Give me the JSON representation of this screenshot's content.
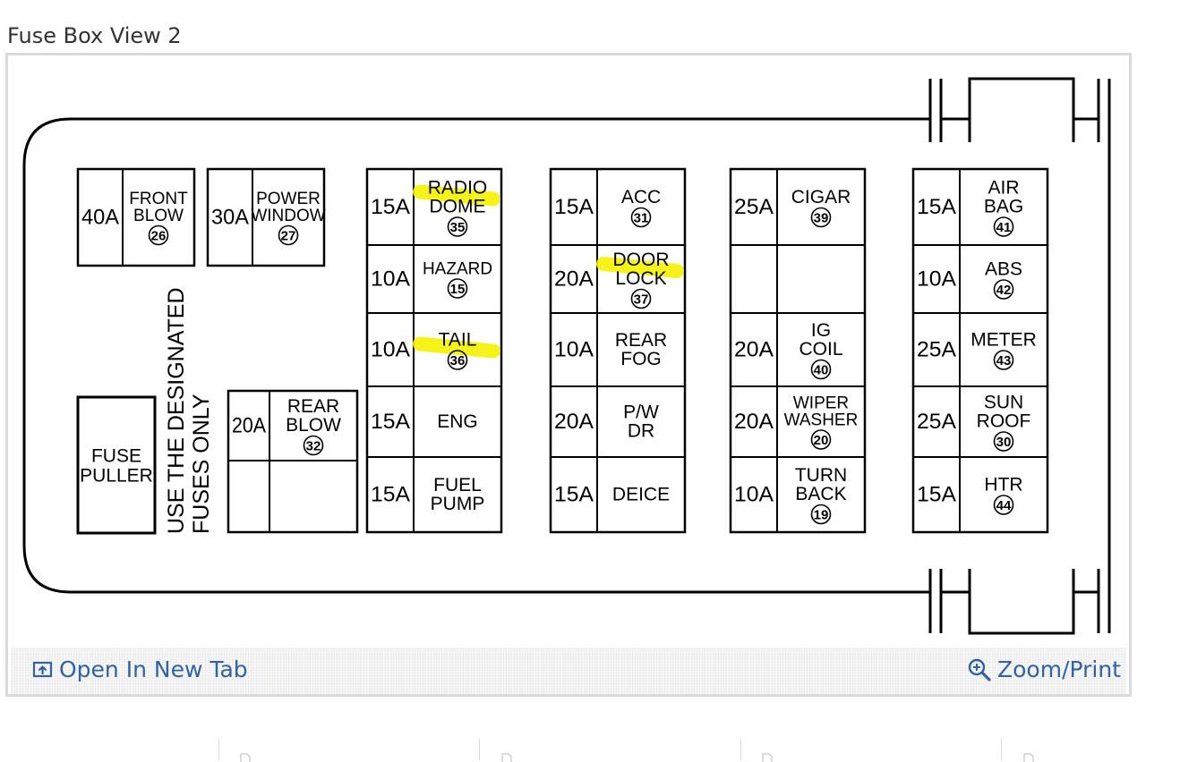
{
  "page": {
    "title": "Fuse Box View 2"
  },
  "footer": {
    "open_new_tab": "Open In New Tab",
    "zoom_print": "Zoom/Print",
    "open_icon": "open-new-tab-icon",
    "zoom_icon": "zoom-in-icon"
  },
  "colors": {
    "link": "#2f63a4",
    "highlight": "#f5f200",
    "line": "#000000"
  },
  "side_label": [
    "USE THE DESIGNATED",
    "FUSES ONLY"
  ],
  "fuse_puller": [
    "FUSE",
    "PULLER"
  ],
  "small_fuses": [
    {
      "amp": "40A",
      "label": [
        "FRONT",
        "BLOW"
      ],
      "num": "26"
    },
    {
      "amp": "30A",
      "label": [
        "POWER",
        "WINDOW"
      ],
      "num": "27"
    },
    {
      "amp": "20A",
      "label": [
        "REAR",
        "BLOW"
      ],
      "num": "32"
    }
  ],
  "columns": [
    {
      "rows": [
        {
          "amp": "15A",
          "label": [
            "RADIO",
            "DOME"
          ],
          "num": "35",
          "highlight": true
        },
        {
          "amp": "10A",
          "label": [
            "HAZARD"
          ],
          "num": "15"
        },
        {
          "amp": "10A",
          "label": [
            "TAIL"
          ],
          "num": "36",
          "highlight": true
        },
        {
          "amp": "15A",
          "label": [
            "ENG"
          ],
          "num": ""
        },
        {
          "amp": "15A",
          "label": [
            "FUEL",
            "PUMP"
          ],
          "num": ""
        }
      ]
    },
    {
      "rows": [
        {
          "amp": "15A",
          "label": [
            "ACC"
          ],
          "num": "31"
        },
        {
          "amp": "20A",
          "label": [
            "DOOR",
            "LOCK"
          ],
          "num": "37",
          "highlight": true
        },
        {
          "amp": "10A",
          "label": [
            "REAR",
            "FOG"
          ],
          "num": ""
        },
        {
          "amp": "20A",
          "label": [
            "P/W",
            "DR"
          ],
          "num": ""
        },
        {
          "amp": "15A",
          "label": [
            "DEICE"
          ],
          "num": ""
        }
      ]
    },
    {
      "rows": [
        {
          "amp": "25A",
          "label": [
            "CIGAR"
          ],
          "num": "39"
        },
        {
          "amp": "",
          "label": [],
          "num": ""
        },
        {
          "amp": "20A",
          "label": [
            "IG",
            "COIL"
          ],
          "num": "40"
        },
        {
          "amp": "20A",
          "label": [
            "WIPER",
            "WASHER"
          ],
          "num": "20"
        },
        {
          "amp": "10A",
          "label": [
            "TURN",
            "BACK"
          ],
          "num": "19"
        }
      ]
    },
    {
      "rows": [
        {
          "amp": "15A",
          "label": [
            "AIR",
            "BAG"
          ],
          "num": "41"
        },
        {
          "amp": "10A",
          "label": [
            "ABS"
          ],
          "num": "42"
        },
        {
          "amp": "25A",
          "label": [
            "METER"
          ],
          "num": "43"
        },
        {
          "amp": "25A",
          "label": [
            "SUN",
            "ROOF"
          ],
          "num": "30"
        },
        {
          "amp": "15A",
          "label": [
            "HTR"
          ],
          "num": "44"
        }
      ]
    }
  ]
}
